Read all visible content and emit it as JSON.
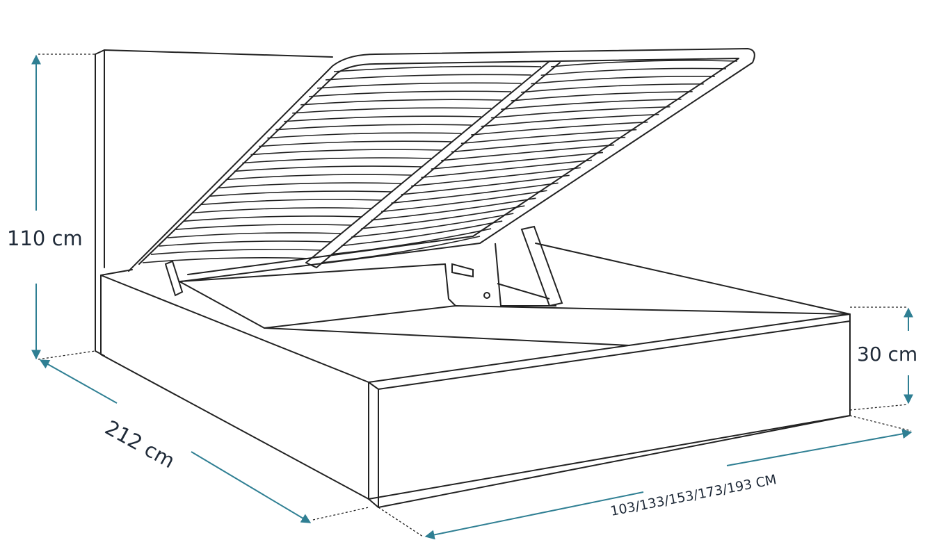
{
  "diagram": {
    "dimensions": {
      "height": "110 cm",
      "base_height": "30 cm",
      "length": "212 cm",
      "widths": "103/133/153/173/193 CM"
    },
    "colors": {
      "outline": "#222222",
      "dimension_arrow": "#2f7f93",
      "text": "#1f2a38"
    }
  }
}
